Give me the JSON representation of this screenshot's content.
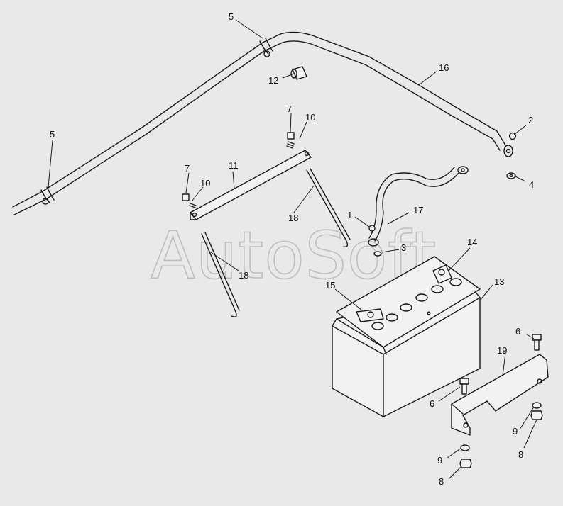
{
  "watermark": "AutoSoft",
  "callouts": {
    "c1": "1",
    "c2": "2",
    "c3": "3",
    "c4": "4",
    "c5a": "5",
    "c5b": "5",
    "c6a": "6",
    "c6b": "6",
    "c7a": "7",
    "c7b": "7",
    "c8a": "8",
    "c8b": "8",
    "c9a": "9",
    "c9b": "9",
    "c10a": "10",
    "c10b": "10",
    "c11": "11",
    "c12": "12",
    "c13": "13",
    "c14": "14",
    "c15": "15",
    "c16": "16",
    "c17": "17",
    "c18a": "18",
    "c18b": "18",
    "c19": "19"
  },
  "colors": {
    "background": "#e9e9e9",
    "line": "#1a1a1a",
    "watermark": "#9a9a9a"
  }
}
